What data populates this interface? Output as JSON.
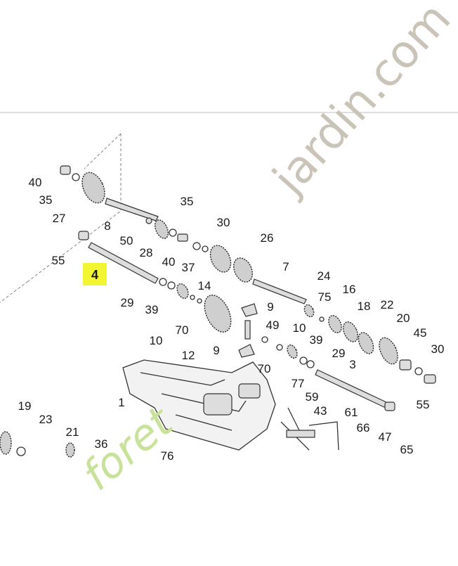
{
  "diagram": {
    "highlighted_part": "4",
    "watermark": {
      "part_a": "jardin.com",
      "part_b": "foret"
    },
    "callouts": [
      "40",
      "35",
      "27",
      "8",
      "50",
      "28",
      "35",
      "30",
      "40",
      "37",
      "26",
      "55",
      "7",
      "24",
      "75",
      "16",
      "18",
      "22",
      "20",
      "45",
      "30",
      "29",
      "39",
      "14",
      "9",
      "49",
      "10",
      "70",
      "9",
      "70",
      "10",
      "39",
      "29",
      "12",
      "3",
      "1",
      "77",
      "59",
      "43",
      "61",
      "55",
      "19",
      "23",
      "21",
      "36",
      "66",
      "47",
      "65",
      "76"
    ]
  }
}
